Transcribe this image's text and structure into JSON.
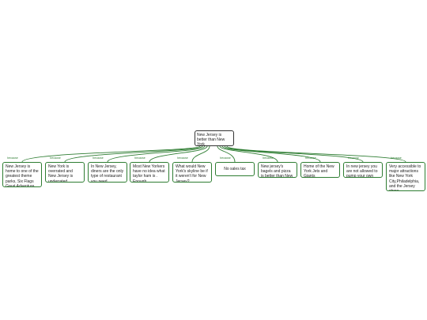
{
  "root": {
    "text": "New Jersey is better than New York"
  },
  "connector": {
    "label": "because"
  },
  "colors": {
    "branch": "#2e7d32",
    "root_border": "#333333"
  },
  "reasons": [
    {
      "text": "New Jersey is home to one of the greatest theme parks, Six Flags Great Adventure."
    },
    {
      "text": "New York is overrated and New Jersey is underrated."
    },
    {
      "text": "In New Jersey, diners are the only type of restaurant you need."
    },
    {
      "text": "Most New Yorkers have no idea what taylor ham is . Enough."
    },
    {
      "text": "What would New York's skyline be if it weren't for New Jersey?"
    },
    {
      "text": "No sales tax"
    },
    {
      "text": "New jersey's bagels and pizza is better than New York's."
    },
    {
      "text": "Home of the New York Jets and Giants"
    },
    {
      "text": "In new jersey you are not allowed to pump your own gas"
    },
    {
      "text": "Very accessible to major attractions like New York City,Philadelphia, and the Jersey shore."
    }
  ]
}
